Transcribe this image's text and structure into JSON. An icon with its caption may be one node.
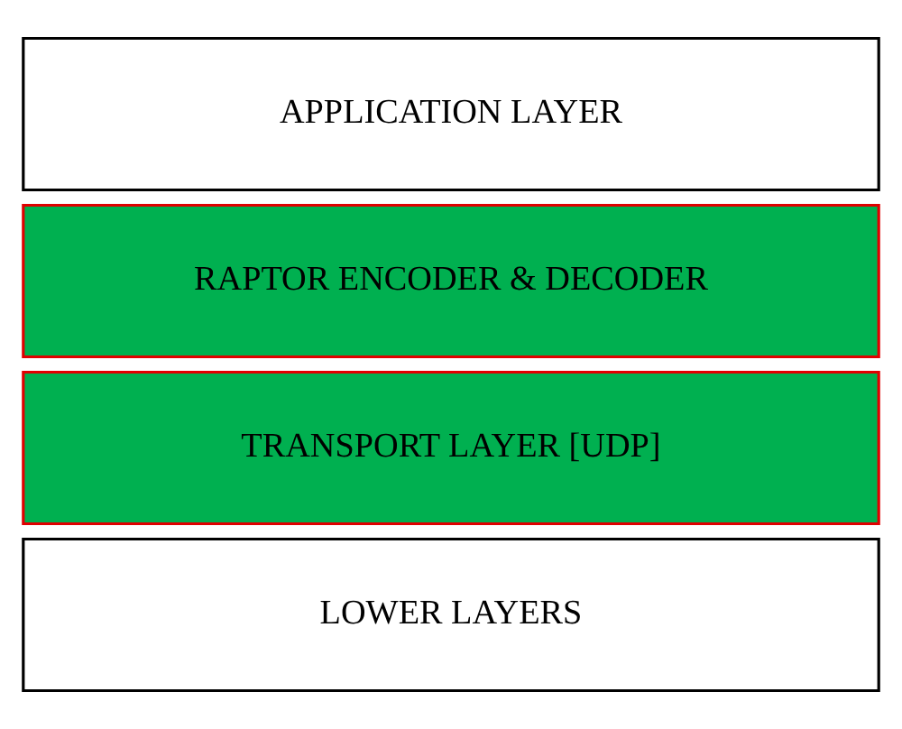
{
  "diagram": {
    "nodes": [
      {
        "text": [
          "APPLICATION LAYER"
        ]
      },
      {
        "text": [
          "RAPTOR ENCODER & DECODER"
        ]
      },
      {
        "text": [
          "TRANSPORT LAYER [UDP]"
        ]
      },
      {
        "text": [
          "LOWER LAYERS"
        ]
      }
    ]
  }
}
